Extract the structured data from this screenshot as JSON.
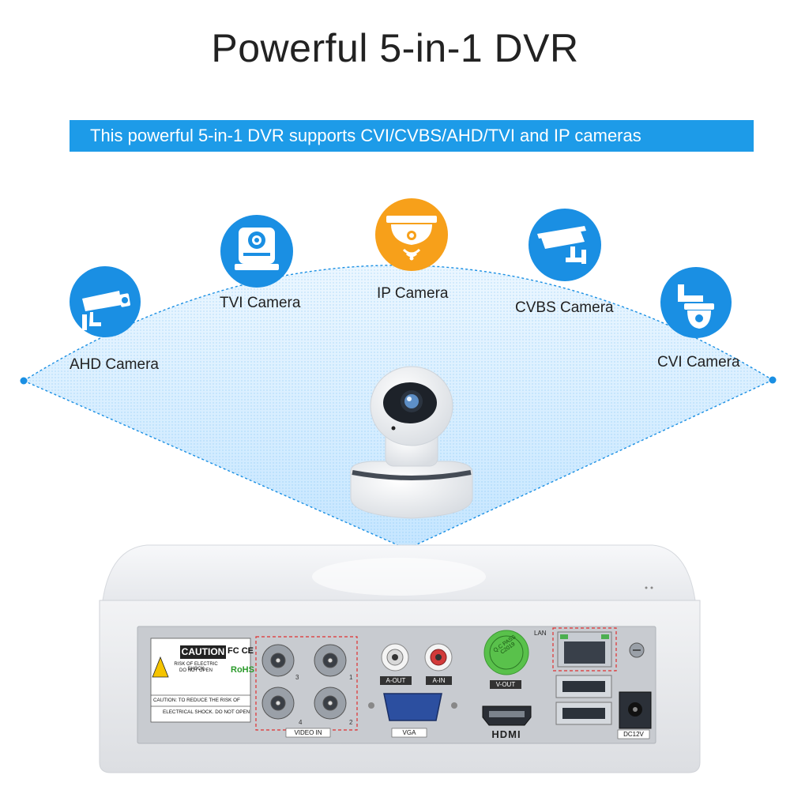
{
  "title": "Powerful 5-in-1 DVR",
  "banner": "This powerful  5-in-1 DVR supports CVI/CVBS/AHD/TVI and IP cameras",
  "cameras": [
    {
      "label": "AHD Camera",
      "icon": "bullet-camera-icon",
      "color": "#1a8fe3"
    },
    {
      "label": "TVI Camera",
      "icon": "robot-camera-icon",
      "color": "#1a8fe3"
    },
    {
      "label": "IP Camera",
      "icon": "dome-wifi-camera-icon",
      "color": "#f7a01a"
    },
    {
      "label": "CVBS Camera",
      "icon": "box-camera-icon",
      "color": "#1a8fe3"
    },
    {
      "label": "CVI Camera",
      "icon": "speed-dome-camera-icon",
      "color": "#1a8fe3"
    }
  ],
  "dvr": {
    "caution_title": "CAUTION",
    "caution_line1": "RISK OF ELECTRIC SHOCK",
    "caution_line2": "DO NOT OPEN",
    "fcc_mark": "FC CE",
    "rohs_mark": "RoHS",
    "caution_text1": "CAUTION: TO REDUCE THE RISK OF",
    "caution_text2": "ELECTRICAL SHOCK. DO NOT OPEN",
    "video_in": "VIDEO IN",
    "bnc_numbers": [
      "3",
      "1",
      "4",
      "2"
    ],
    "a_out": "A-OUT",
    "a_in": "A-IN",
    "vga": "VGA",
    "v_out": "V-OUT",
    "qc_sticker": "Q.C PASS C2019",
    "hdmi": "HDMI",
    "lan": "LAN",
    "dc": "DC12V"
  }
}
